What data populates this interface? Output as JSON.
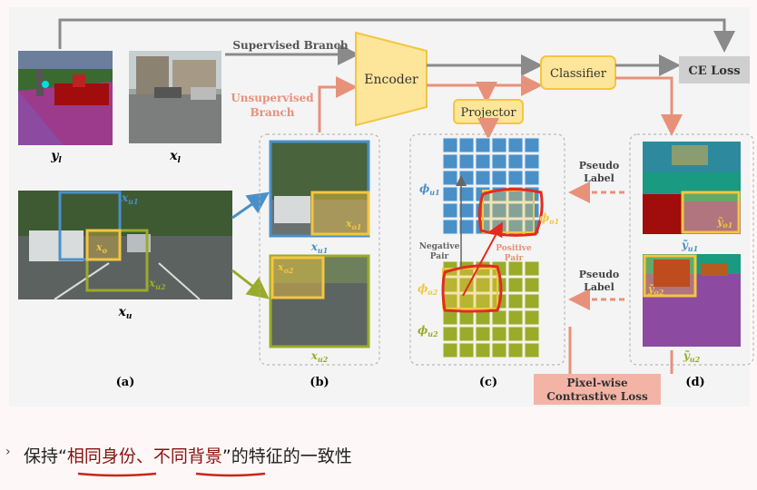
{
  "figure": {
    "supervised_branch": "Supervised Branch",
    "unsupervised_branch_line1": "Unsupervised",
    "unsupervised_branch_line2": "Branch",
    "encoder": "Encoder",
    "classifier": "Classifier",
    "ce_loss": "CE Loss",
    "projector": "Projector",
    "pixel_loss_line1": "Pixel-wise",
    "pixel_loss_line2": "Contrastive Loss",
    "pseudo_label_line1": "Pseudo",
    "pseudo_label_line2": "Label",
    "negative_pair_line1": "Negative",
    "negative_pair_line2": "Pair",
    "positive_pair_line1": "Positive",
    "positive_pair_line2": "Pair",
    "y_l": "y",
    "y_l_sub": "l",
    "x_l": "x",
    "x_l_sub": "l",
    "x_u": "x",
    "x_u_sub": "u",
    "x_u1": "x",
    "x_u1_sub": "u1",
    "x_u2": "x",
    "x_u2_sub": "u2",
    "x_o": "x",
    "x_o_sub": "o",
    "x_o1": "x",
    "x_o1_sub": "o1",
    "x_o2": "x",
    "x_o2_sub": "o2",
    "phi_u1": "ϕ",
    "phi_u1_sub": "u1",
    "phi_o1": "ϕ",
    "phi_o1_sub": "o1",
    "phi_o2": "ϕ",
    "phi_o2_sub": "o2",
    "phi_u2": "ϕ",
    "phi_u2_sub": "u2",
    "y_o1": "ỹ",
    "y_o1_sub": "o1",
    "y_o2": "ỹ",
    "y_o2_sub": "o2",
    "y_u1": "ỹ",
    "y_u1_sub": "u1",
    "y_u2": "ỹ",
    "y_u2_sub": "u2",
    "label_a": "(a)",
    "label_b": "(b)",
    "label_c": "(c)",
    "label_d": "(d)"
  },
  "note": {
    "bullet": "›",
    "prefix": "保持",
    "quote_open": "“",
    "highlight": "相同身份、不同背景",
    "quote_close": "”",
    "suffix": "的特征的一致性"
  },
  "colors": {
    "blue": "#4a90c8",
    "olive": "#9aab2a",
    "yellow": "#f3c640",
    "salmon": "#e8917a",
    "red_annotation": "#e22a1e",
    "gray_arrow": "#8a8a8a"
  }
}
